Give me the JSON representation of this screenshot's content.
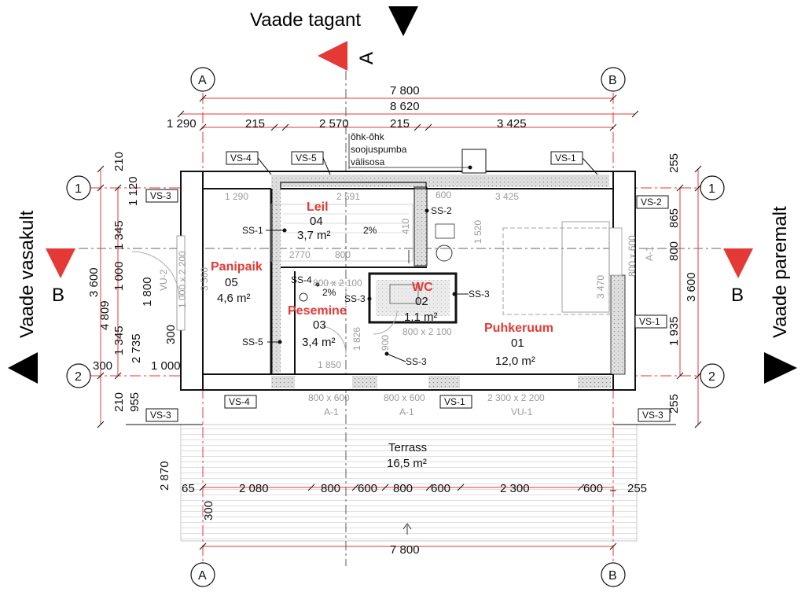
{
  "views": {
    "back": "Vaade tagant",
    "left": "Vaade vasakult",
    "right": "Vaade paremalt",
    "section_a": "A",
    "section_b_left": "B",
    "section_b_right": "B"
  },
  "axes": {
    "a": "A",
    "b": "B",
    "one": "1",
    "two": "2"
  },
  "top_dims": {
    "overall_inner": "7 800",
    "overall_outer": "8 620",
    "segments": [
      "1 290",
      "215",
      "2 570",
      "215",
      "3 425"
    ]
  },
  "bottom_dims": {
    "overall": "7 800",
    "segments": [
      "65",
      "2 080",
      "800",
      "600",
      "800",
      "600",
      "2 300",
      "600",
      "255"
    ],
    "side_300": "300",
    "height_2870": "2 870"
  },
  "left_dims": {
    "d210_top": "210",
    "d1120": "1 120",
    "d1345_top": "1 345",
    "d3600": "3 600",
    "d4809": "4 809",
    "d1000": "1 000",
    "d1800": "1 800",
    "d1345_bot": "1 345",
    "d2735": "2 735",
    "d300": "300",
    "d300b": "300",
    "d1000b": "1 000",
    "d210_bot": "210",
    "d955": "955"
  },
  "right_dims": {
    "d255_top": "255",
    "d865": "865",
    "d800": "800",
    "d3600": "3 600",
    "d1935": "1 935",
    "d255_bot": "255"
  },
  "note": [
    "õhk-õhk",
    "soojuspumba",
    "välisosa"
  ],
  "tags": {
    "vs4_top": "VS-4",
    "vs5": "VS-5",
    "vs1_top": "VS-1",
    "vs3_left": "VS-3",
    "vs2": "VS-2",
    "vs1_right": "VS-1",
    "vs4_bot": "VS-4",
    "vs1_bot": "VS-1",
    "vs3_bot_left": "VS-3",
    "vs3_bot_right": "VS-3",
    "ss1": "SS-1",
    "ss2": "SS-2",
    "ss3a": "SS-3",
    "ss3b": "SS-3",
    "ss3c": "SS-3",
    "ss4": "SS-4",
    "ss5": "SS-5",
    "vu2": "VU-2"
  },
  "rooms": {
    "leil": {
      "name": "Leil",
      "no": "04",
      "area": "3,7 m²",
      "slope": "2%"
    },
    "panipaik": {
      "name": "Panipaik",
      "no": "05",
      "area": "4,6 m²"
    },
    "pesemine": {
      "name": "Pesemine",
      "no": "03",
      "area": "3,4 m²",
      "slope": "2%"
    },
    "wc": {
      "name": "WC",
      "no": "02",
      "area": "1,1 m²"
    },
    "puhkeruum": {
      "name": "Puhkeruum",
      "no": "01",
      "area": "12,0 m²"
    },
    "terrass": {
      "name": "Terrass",
      "area": "16,5 m²"
    }
  },
  "grey_labels": {
    "g1290": "1 290",
    "g2591": "2 591",
    "g600": "600",
    "g3425": "3 425",
    "g2770": "2770",
    "g800": "800",
    "g800x2100a": "800 x 2 100",
    "g800x2100b": "800 x 2 100",
    "g1850": "1 850",
    "g1520": "1 520",
    "g900": "900",
    "g1826": "1 826",
    "g3470": "3 470",
    "g3560": "3 560",
    "g410": "410",
    "g800x600r": "800 x 600",
    "g_a1r": "A-1",
    "g_vu2door": "1 000 x 2 200",
    "g800x600a": "800 x 600",
    "g800x600b": "800 x 600",
    "g2300x2200": "2 300 x 2 200",
    "g_a1a": "A-1",
    "g_a1b": "A-1",
    "g_vu1": "VU-1"
  },
  "colors": {
    "axis_red": "#e53935",
    "wall": "#111111",
    "hatch": "#d6d6d6"
  }
}
